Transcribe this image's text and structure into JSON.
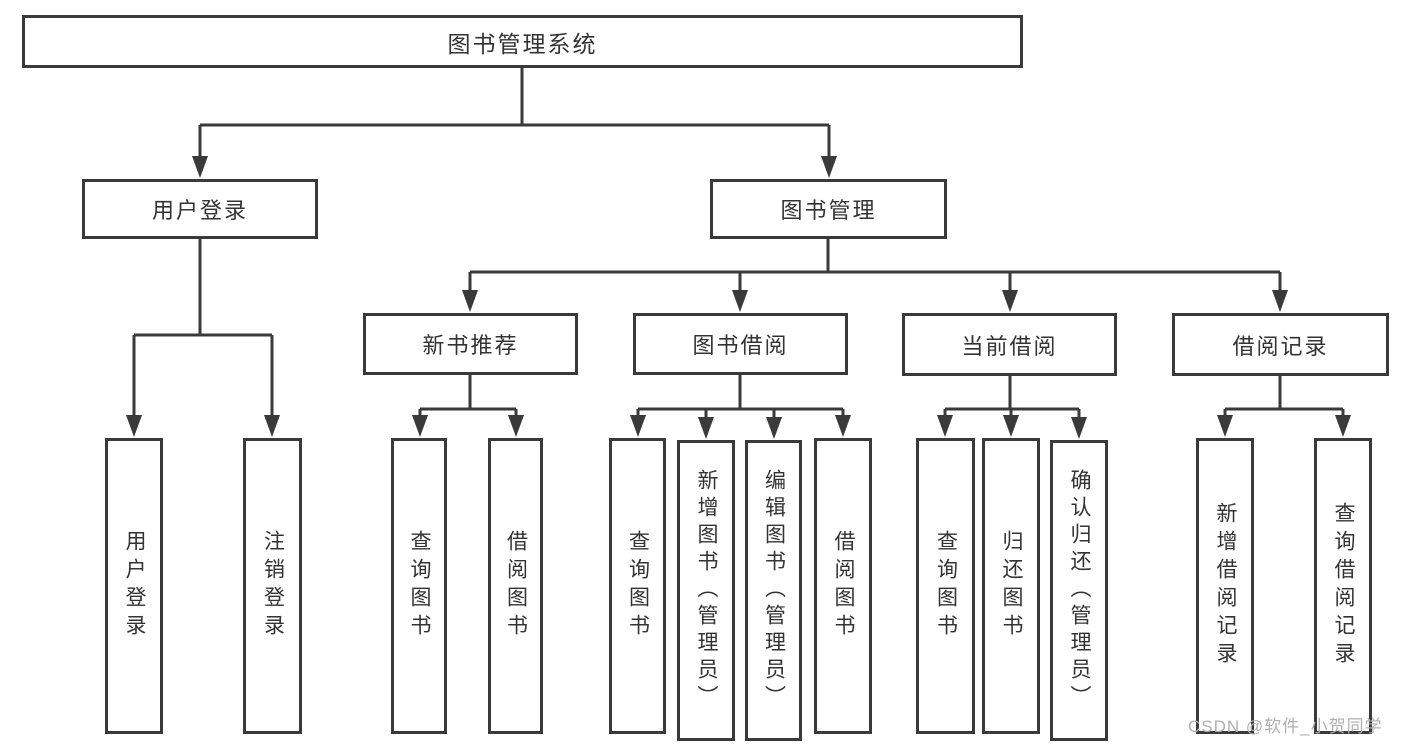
{
  "nodes": {
    "root": "图书管理系统",
    "level2": [
      "用户登录",
      "图书管理"
    ],
    "level3": [
      "新书推荐",
      "图书借阅",
      "当前借阅",
      "借阅记录"
    ],
    "user_login_children": [
      "用户登录",
      "注销登录"
    ],
    "new_book_children": [
      "查询图书",
      "借阅图书"
    ],
    "book_borrow_children": [
      "查询图书",
      "新增图书（管理员）",
      "编辑图书（管理员）",
      "借阅图书"
    ],
    "current_borrow_children": [
      "查询图书",
      "归还图书",
      "确认归还（管理员）"
    ],
    "borrow_record_children": [
      "新增借阅记录",
      "查询借阅记录"
    ]
  },
  "watermark": "CSDN @软件_小贺同学",
  "colors": {
    "line": "#3a3a3a",
    "text": "#333333",
    "background": "#ffffff",
    "watermark": "#b0b0b0"
  }
}
